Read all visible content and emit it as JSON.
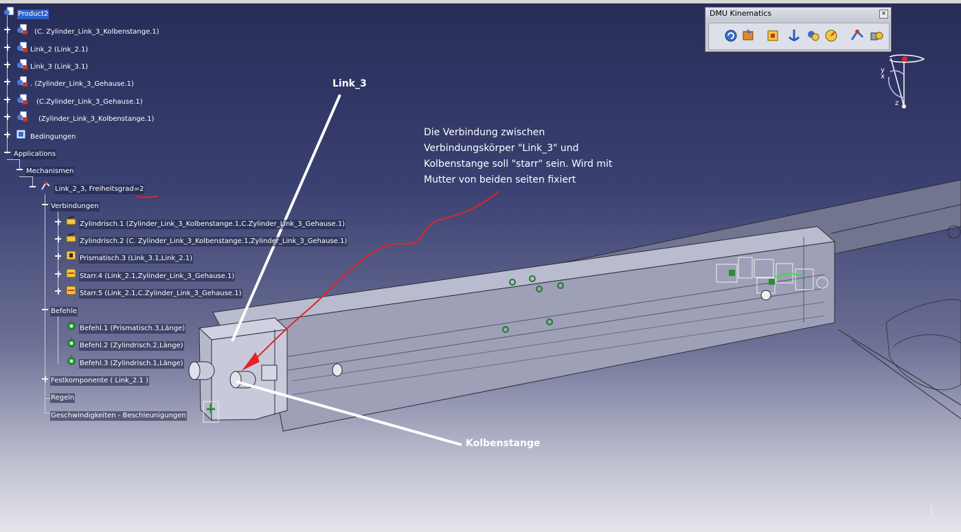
{
  "tree": {
    "root": "Product2",
    "items": [
      "(C. Zylinder_Link_3_Kolbenstange.1)",
      "Link_2 (Link_2.1)",
      "Link_3 (Link_3.1)",
      ". (Zylinder_Link_3_Gehause.1)",
      "(C.Zylinder_Link_3_Gehause.1)",
      "(Zylinder_Link_3_Kolbenstange.1)",
      "Bedingungen"
    ],
    "applications": "Applications",
    "mechanismen": "Mechanismen",
    "mechanism": "Link_2_3, Freiheitsgrad=2",
    "verbindungen": "Verbindungen",
    "joints": [
      "Zylindrisch.1 (Zylinder_Link_3_Kolbenstange.1,C.Zylinder_Link_3_Gehause.1)",
      "Zylindrisch.2 (C. Zylinder_Link_3_Kolbenstange.1,Zylinder_Link_3_Gehause.1)",
      "Prismatisch.3 (Link_3.1,Link_2.1)",
      "Starr.4 (Link_2.1,Zylinder_Link_3_Gehause.1)",
      "Starr.5 (Link_2.1,C.Zylinder_Link_3_Gehause.1)"
    ],
    "befehle": "Befehle",
    "commands": [
      "Befehl.1 (Prismatisch.3,Länge)",
      "Befehl.2 (Zylindrisch.2,Länge)",
      "Befehl.3 (Zylindrisch.1,Länge)"
    ],
    "festkomponente": "Festkomponente ( Link_2.1 )",
    "regeln": "Regeln",
    "geschwindigkeiten": "Geschwindigkeiten - Beschleunigungen"
  },
  "toolbar": {
    "title": "DMU Kinematics",
    "close_label": "×",
    "buttons": [
      "simulation-icon",
      "update-icon",
      "joints-icon",
      "fixed-part-icon",
      "assembly-constraints-icon",
      "speed-icon",
      "mechanism-analysis-icon",
      "dress-up-icon",
      "sensor-icon"
    ]
  },
  "annotations": {
    "link3": "Link_3",
    "kolbenstange": "Kolbenstange",
    "note_lines": [
      "Die Verbindung zwischen",
      "Verbindungskörper \"Link_3\" und",
      "Kolbenstange soll \"starr\" sein. Wird mit",
      "Mutter von beiden seiten fixiert"
    ]
  },
  "compass": {
    "x": "x",
    "y": "y",
    "z": "z"
  },
  "colors": {
    "background_top": "#272c57",
    "background_bottom": "#e4e4ea",
    "selection": "#2c63c6",
    "red_mark": "#e3232a",
    "annotation_line": "#ffffff"
  }
}
